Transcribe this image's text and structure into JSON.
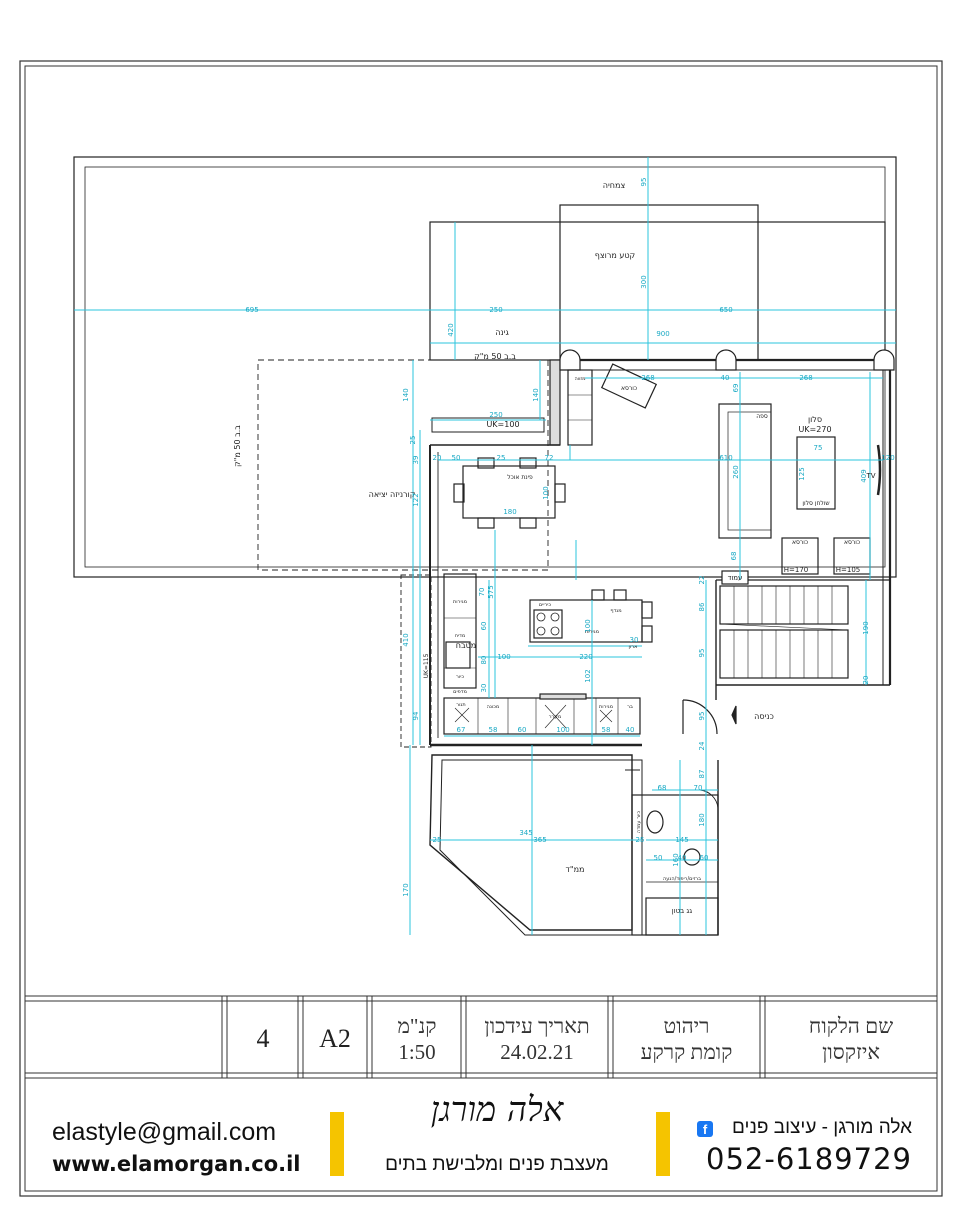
{
  "plan": {
    "rooms": {
      "tzimhiya": "צמחיה",
      "roof_deck": "קטע מרוצף",
      "garden": "גינה",
      "living_room": "סלון",
      "living_uk": "UK=270",
      "sofa": "ספה",
      "coffee_table": "שולחן סלון",
      "armchair_1": "כורסא",
      "armchair_2": "כורסא",
      "armchair_3": "כורסא",
      "tv": "TV",
      "dining": "פינת אוכל",
      "kitchen": "מטבח",
      "uk_100": "UK=100",
      "uk_115": "UK=115",
      "column": "עמוד",
      "entrance": "כניסה",
      "mamad": "ממ\"ד",
      "concrete_roof": "גג בטון",
      "gas_box": "ב.ב 50 מ\"ק",
      "gas_side": "ב.ב 50 מ\"ק",
      "cornice": "קורניזה יציאה",
      "h170": "H=170",
      "h105": "H=105",
      "pantry": "מזווה",
      "fridge": "מקרר",
      "oven": "תנור",
      "cooktop": "כיריים",
      "drawers_1": "מגירות",
      "drawers_2": "מגירות",
      "drawers_3": "מגירות",
      "sink": "כיור",
      "dishwasher": "מדיח",
      "shelves": "מדפים",
      "vent": "מנדף",
      "bar": "בר",
      "washer": "מכונה",
      "toilet_cab": "ארון",
      "vanity": "כיור עמדה",
      "bath_line": "ברזים/ריפוד/הנעה"
    },
    "dimensions": {
      "d695": "695",
      "d250a": "250",
      "d650": "650",
      "d900": "900",
      "d95": "95",
      "d300": "300",
      "d420": "420",
      "d140a": "140",
      "d140b": "140",
      "d250b": "250",
      "d268a": "268",
      "d268b": "268",
      "d40": "40",
      "d69": "69",
      "d20": "20",
      "d25a": "25",
      "d72": "72",
      "d50": "50",
      "d25b": "25",
      "d39": "39",
      "d100a": "100",
      "d180": "180",
      "d122": "122",
      "d610": "610",
      "d260": "260",
      "d125": "125",
      "d75": "75",
      "d409": "409",
      "d120": "120",
      "d68": "68",
      "d22": "22",
      "d86": "86",
      "d95b": "95",
      "d190": "190",
      "d20b": "20",
      "d70": "70",
      "d575": "575",
      "d60": "60",
      "d80": "80",
      "d30": "30",
      "d100b": "100",
      "d220": "220",
      "d100c": "100",
      "d30b": "30",
      "d102": "102",
      "d67a": "67",
      "d58a": "58",
      "d60b": "60",
      "d100d": "100",
      "d58b": "58",
      "d40b": "40",
      "d94": "94",
      "d410": "410",
      "d25c": "25",
      "d345": "345",
      "d365": "365",
      "d170": "170",
      "d95c": "95",
      "d24": "24",
      "d87": "87",
      "d68b": "68",
      "d70b": "70",
      "d145": "145",
      "d50b": "50",
      "d40c": "40",
      "d60c": "60",
      "d180b": "180",
      "d160": "160",
      "d25d": "25"
    }
  },
  "title_block": {
    "sheet_no": "4",
    "paper": "A2",
    "scale_label": "קנ\"מ",
    "scale_value": "1:50",
    "date_label": "תאריך עידכון",
    "date_value": "24.02.21",
    "subject_label": "ריהוט",
    "subject_value": "קומת קרקע",
    "client_label": "שם הלקוח",
    "client_value": "איזקסון"
  },
  "footer": {
    "email": "elastyle@gmail.com",
    "website": "www.elamorgan.co.il",
    "logo_script": "אלה מורגן",
    "tagline": "מעצבת פנים ומלבישת בתים",
    "name_title": "אלה מורגן - עיצוב פנים",
    "phone": "052-6189729"
  },
  "colors": {
    "accent_yellow": "#f5c400",
    "dimension_cyan": "#2bc4de",
    "line_dark": "#222222",
    "facebook_blue": "#1877f2"
  }
}
